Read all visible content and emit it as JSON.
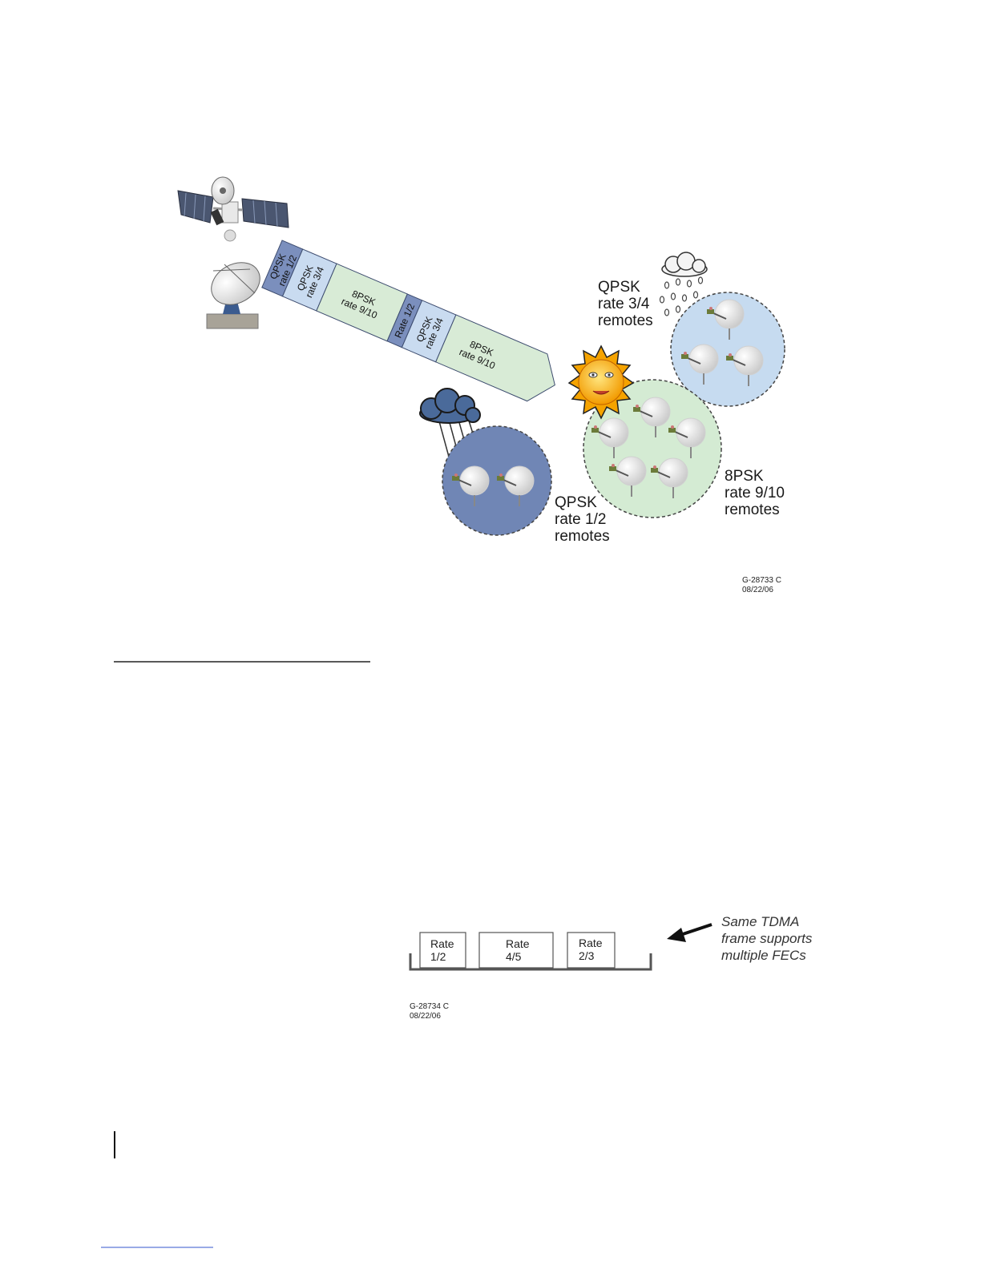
{
  "figure1": {
    "segments": [
      {
        "line1": "QPSK",
        "line2": "rate 1/2",
        "color": "#7b8fbd"
      },
      {
        "line1": "QPSK",
        "line2": "rate 3/4",
        "color": "#c9dbf0"
      },
      {
        "line1": "8PSK",
        "line2": "rate 9/10",
        "color": "#d8ebd6"
      },
      {
        "line1": "Rate 1/2",
        "line2": "",
        "color": "#7b8fbd"
      },
      {
        "line1": "QPSK",
        "line2": "rate 3/4",
        "color": "#c9dbf0"
      },
      {
        "line1": "8PSK",
        "line2": "rate 9/10",
        "color": "#d8ebd6"
      }
    ],
    "groups": {
      "qpsk34": {
        "line1": "QPSK",
        "line2": "rate 3/4",
        "line3": "remotes",
        "color": "#c6dbf0"
      },
      "psk8": {
        "line1": "8PSK",
        "line2": "rate 9/10",
        "line3": "remotes",
        "color": "#d4ebd3"
      },
      "qpsk12": {
        "line1": "QPSK",
        "line2": "rate 1/2",
        "line3": "remotes",
        "color": "#7086b5"
      }
    },
    "id_line1": "G-28733 C",
    "id_line2": "08/22/06"
  },
  "figure2": {
    "slots": [
      {
        "line1": "Rate",
        "line2": "1/2"
      },
      {
        "line1": "Rate",
        "line2": "4/5"
      },
      {
        "line1": "Rate",
        "line2": "2/3"
      }
    ],
    "note_line1": "Same TDMA",
    "note_line2": "frame supports",
    "note_line3": "multiple FECs",
    "id_line1": "G-28734 C",
    "id_line2": "08/22/06"
  }
}
